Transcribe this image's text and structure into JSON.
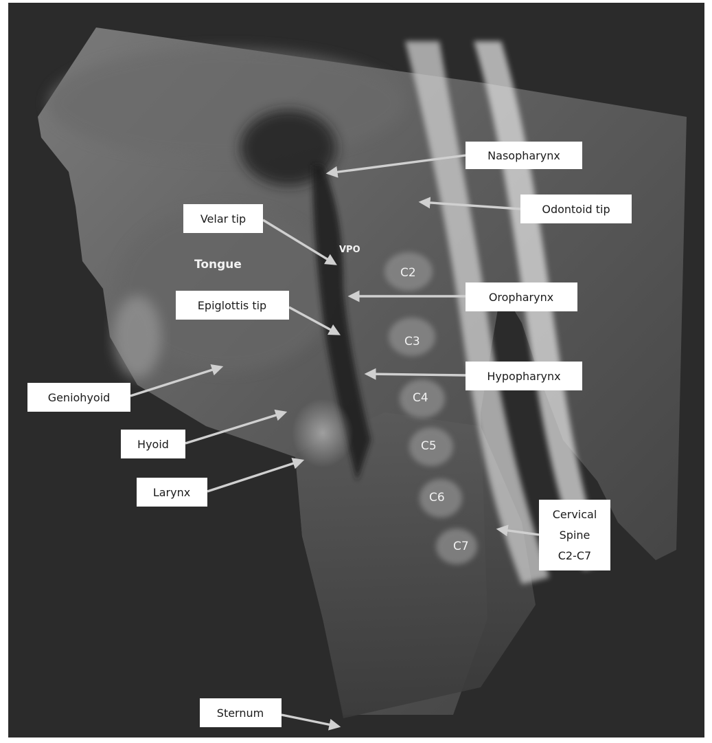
{
  "figure": {
    "labels": {
      "nasopharynx": "Nasopharynx",
      "odontoid_tip": "Odontoid tip",
      "velar_tip": "Velar tip",
      "oropharynx": "Oropharynx",
      "epiglottis_tip": "Epiglottis tip",
      "hypopharynx": "Hypopharynx",
      "geniohyoid": "Geniohyoid",
      "hyoid": "Hyoid",
      "larynx": "Larynx",
      "cervical_spine_line1": "Cervical",
      "cervical_spine_line2": "Spine",
      "cervical_spine_line3": "C2-C7",
      "sternum": "Sternum"
    },
    "inline": {
      "vpo": "VPO",
      "tongue": "Tongue",
      "c2": "C2",
      "c3": "C3",
      "c4": "C4",
      "c5": "C5",
      "c6": "C6",
      "c7": "C7"
    },
    "colors": {
      "background": "#2b2b2b",
      "frame": "#ffffff",
      "arrow": "#d0d0d0",
      "label_box": "#ffffff"
    }
  }
}
